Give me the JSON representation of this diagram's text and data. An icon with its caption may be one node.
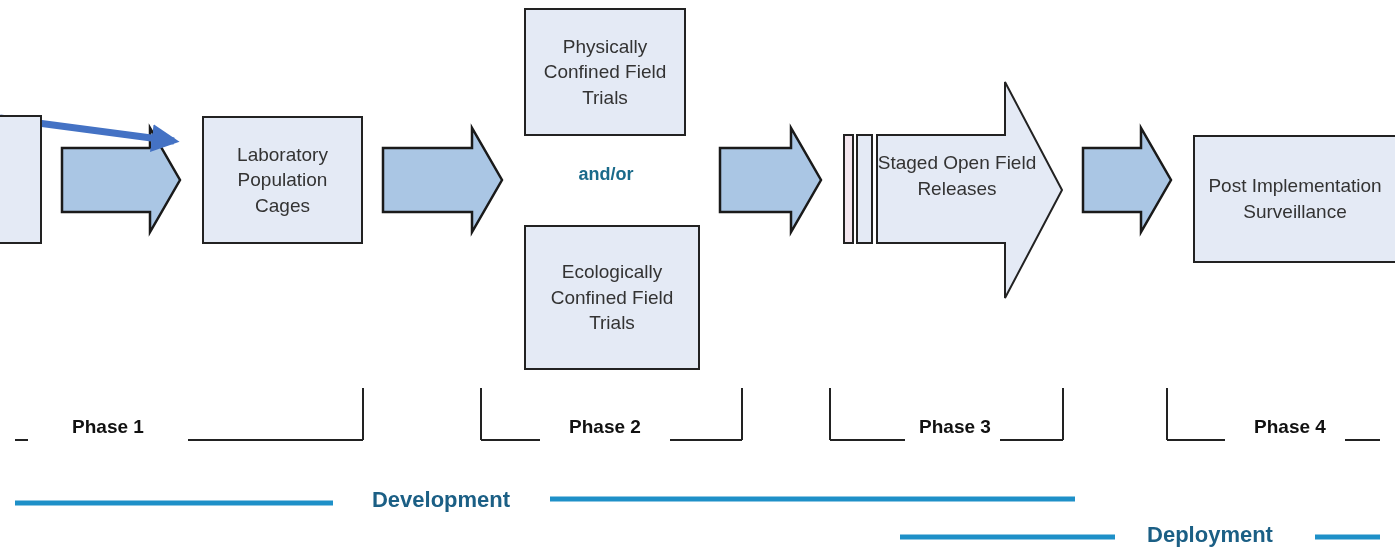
{
  "diagram": {
    "nodes": [
      {
        "text": [],
        "shape": "box"
      },
      {
        "text": [
          "Laboratory Population Cages"
        ]
      },
      {
        "text": [
          "Physically Confined Field Trials"
        ]
      },
      {
        "text": [
          "Ecologically Confined Field Trials"
        ]
      },
      {
        "text": [
          "Staged Open Field Releases"
        ]
      },
      {
        "text": [
          "Post Implementation Surveillance"
        ]
      }
    ],
    "edges": [
      {
        "from": 0,
        "to": 1,
        "arrow": "to",
        "style": "thick"
      },
      {
        "from": 1,
        "to": 2,
        "arrow": "to",
        "style": "thick"
      },
      {
        "from": 1,
        "to": 3,
        "arrow": "to",
        "style": "thick"
      },
      {
        "from": 2,
        "to": 4,
        "arrow": "to",
        "style": "thick"
      },
      {
        "from": 3,
        "to": 4,
        "arrow": "to",
        "style": "thick"
      },
      {
        "from": 4,
        "to": 5,
        "arrow": "to",
        "style": "thick"
      },
      {
        "from": 0,
        "to": 1,
        "arrow": "to",
        "color": "#4472c4"
      }
    ],
    "labels": [
      "and/or",
      "Phase 1",
      "Phase 2",
      "Phase 3",
      "Phase 4",
      "Development",
      "Deployment"
    ]
  }
}
